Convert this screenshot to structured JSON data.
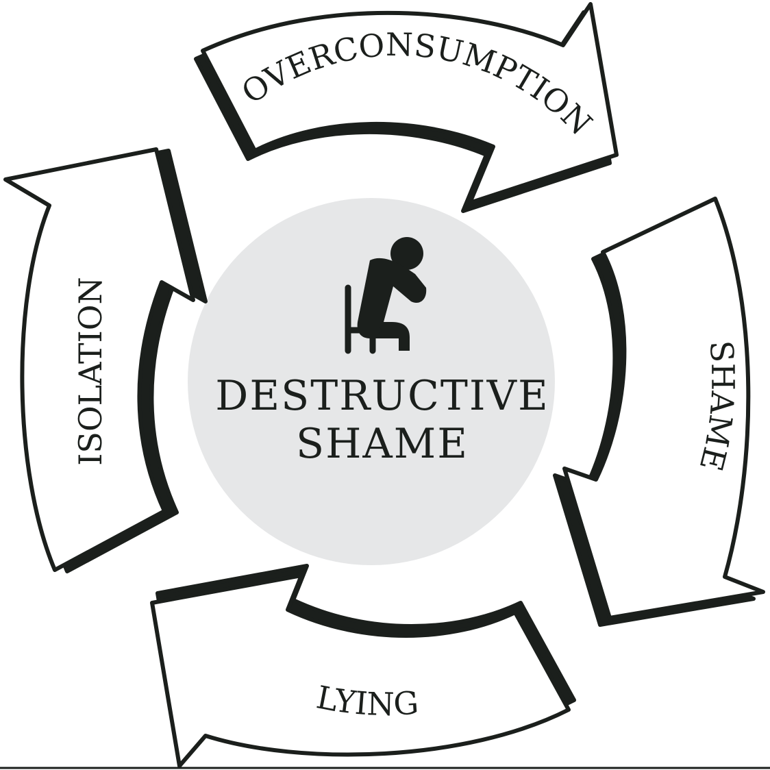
{
  "diagram": {
    "center": {
      "line1": "DESTRUCTIVE",
      "line2": "SHAME",
      "icon": "sitting-person-head-in-hands-icon",
      "disc_color": "#e6e7e8"
    },
    "cycle_steps": [
      {
        "id": "overconsumption",
        "label": "OVERCONSUMPTION"
      },
      {
        "id": "shame",
        "label": "SHAME"
      },
      {
        "id": "lying",
        "label": "LYING"
      },
      {
        "id": "isolation",
        "label": "ISOLATION"
      }
    ],
    "cycle_direction": "clockwise",
    "colors": {
      "ink": "#1b1f1c",
      "arrow_fill": "#ffffff"
    }
  }
}
